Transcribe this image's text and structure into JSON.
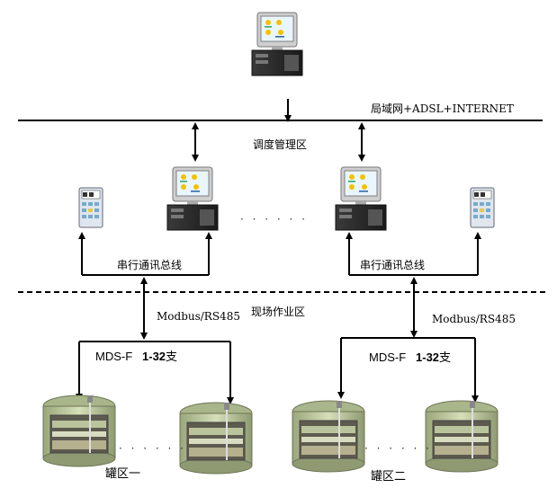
{
  "labels": {
    "network": "局域网+ADSL+INTERNET",
    "dispatch_zone": "调度管理区",
    "serial_bus_left": "串行通讯总线",
    "serial_bus_right": "串行通讯总线",
    "field_zone": "现场作业区",
    "modbus_left": "Modbus/RS485",
    "modbus_right": "Modbus/RS485",
    "mds_left_prefix": "MDS-F",
    "mds_left_count": "1-32",
    "mds_left_unit": "支",
    "mds_right_prefix": "MDS-F",
    "mds_right_count": "1-32",
    "mds_right_unit": "支",
    "tank_area_1": "罐区一",
    "tank_area_2": "罐区二",
    "ellipsis_pcs": "· · · · · ·",
    "ellipsis_tanks_left": "· · · · · ·",
    "ellipsis_tanks_right": "· · · · · ·"
  },
  "colors": {
    "line": "#000000",
    "monitor_frame": "#c8c8c8",
    "screen": "#e8f4ff",
    "tank_top": "#a8b48c",
    "tank_body": "#c8d2a8",
    "panel": "#dde4ea"
  }
}
